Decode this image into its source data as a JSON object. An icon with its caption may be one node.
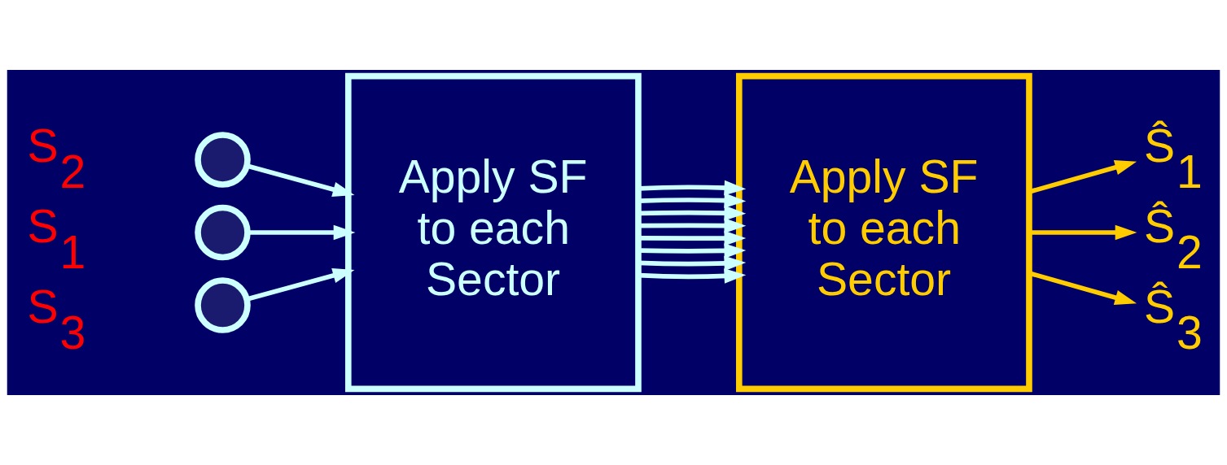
{
  "diagram": {
    "nodes": [
      {
        "text": [
          "S$_{2}$"
        ]
      },
      {
        "text": [
          "S$_{1}$"
        ]
      },
      {
        "text": [
          "S$_{3}$"
        ]
      },
      {
        "text": [],
        "shape": "circle"
      },
      {
        "text": [],
        "shape": "circle"
      },
      {
        "text": [],
        "shape": "circle"
      },
      {
        "text": [
          "Apply SF to each Sector"
        ]
      },
      {
        "text": [
          "Apply SF to each Sector"
        ]
      },
      {
        "text": [
          "Ŝ$_{1}$"
        ]
      },
      {
        "text": [
          "Ŝ$_{2}$"
        ]
      },
      {
        "text": [
          "Ŝ$_{3}$"
        ]
      }
    ],
    "edges": [
      {
        "from": 3,
        "to": 6,
        "arrow": "to"
      },
      {
        "from": 4,
        "to": 6,
        "arrow": "to"
      },
      {
        "from": 5,
        "to": 6,
        "arrow": "to"
      },
      {
        "from": 6,
        "to": 7,
        "arrow": "to"
      },
      {
        "from": 6,
        "to": 7,
        "arrow": "to"
      },
      {
        "from": 6,
        "to": 7,
        "arrow": "to"
      },
      {
        "from": 6,
        "to": 7,
        "arrow": "to"
      },
      {
        "from": 6,
        "to": 7,
        "arrow": "to"
      },
      {
        "from": 6,
        "to": 7,
        "arrow": "to"
      },
      {
        "from": 6,
        "to": 7,
        "arrow": "to"
      },
      {
        "from": 6,
        "to": 7,
        "arrow": "to"
      },
      {
        "from": 7,
        "to": 8,
        "arrow": "to",
        "color": "#ffcc00"
      },
      {
        "from": 7,
        "to": 9,
        "arrow": "to",
        "color": "#ffcc00"
      },
      {
        "from": 7,
        "to": 10,
        "arrow": "to",
        "color": "#ffcc00"
      }
    ]
  }
}
